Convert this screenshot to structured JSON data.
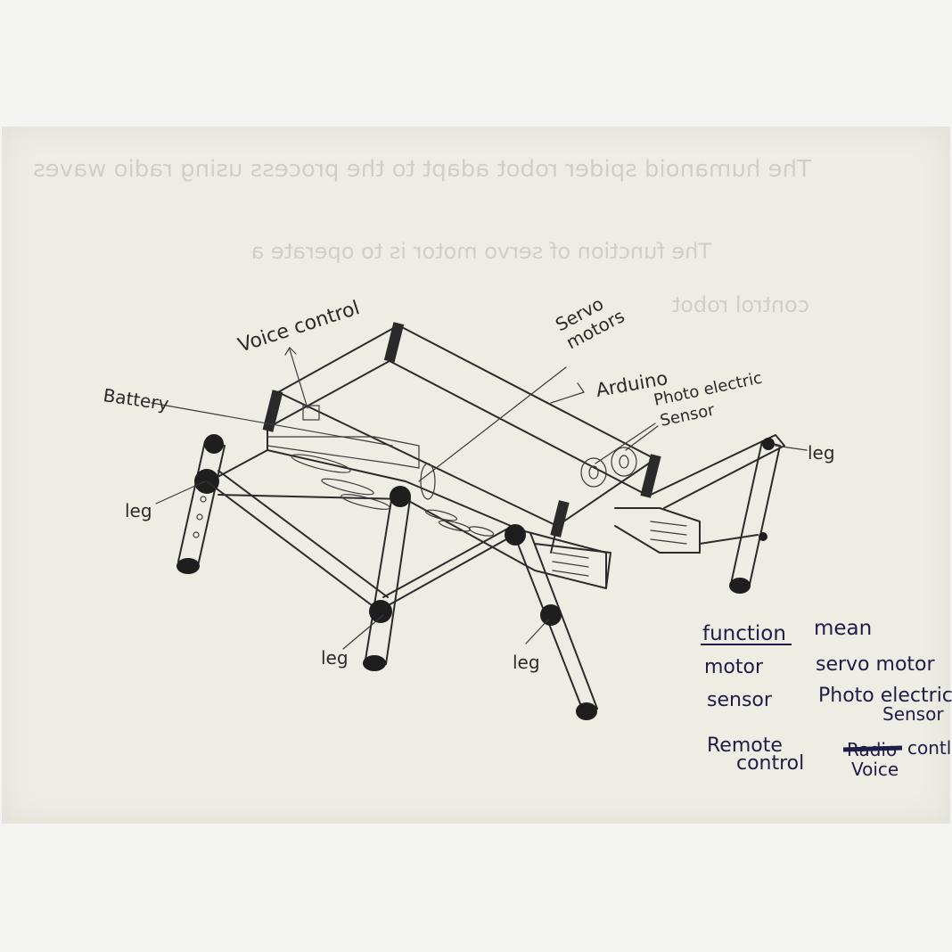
{
  "sheet": {
    "ghost_lines": [
      "The humanoid spider robot adapt to the process using radio waves",
      "The function of servo motor is to operate a",
      "control robot",
      "...",
      "..."
    ]
  },
  "labels": {
    "voice_control": "Voice control",
    "servo_motors_1": "Servo",
    "servo_motors_2": "motors",
    "arduino": "Arduino",
    "battery": "Battery",
    "photo_electric": "Photo electric",
    "sensor": "Sensor",
    "leg": "leg"
  },
  "table": {
    "header_function": "function",
    "header_mean": "mean",
    "rows": [
      {
        "function": "motor",
        "mean": "servo motor"
      },
      {
        "function": "sensor",
        "mean": "Photo electric"
      },
      {
        "function": "",
        "mean": "Sensor"
      },
      {
        "function": "Remote",
        "mean": "Radio"
      },
      {
        "function": "control",
        "mean": "contl"
      },
      {
        "function": "",
        "mean": "Voice"
      }
    ]
  },
  "colors": {
    "paper": "#eeede4",
    "pencil": "#2b2b2b",
    "pen_blue": "#1f1c4a"
  }
}
